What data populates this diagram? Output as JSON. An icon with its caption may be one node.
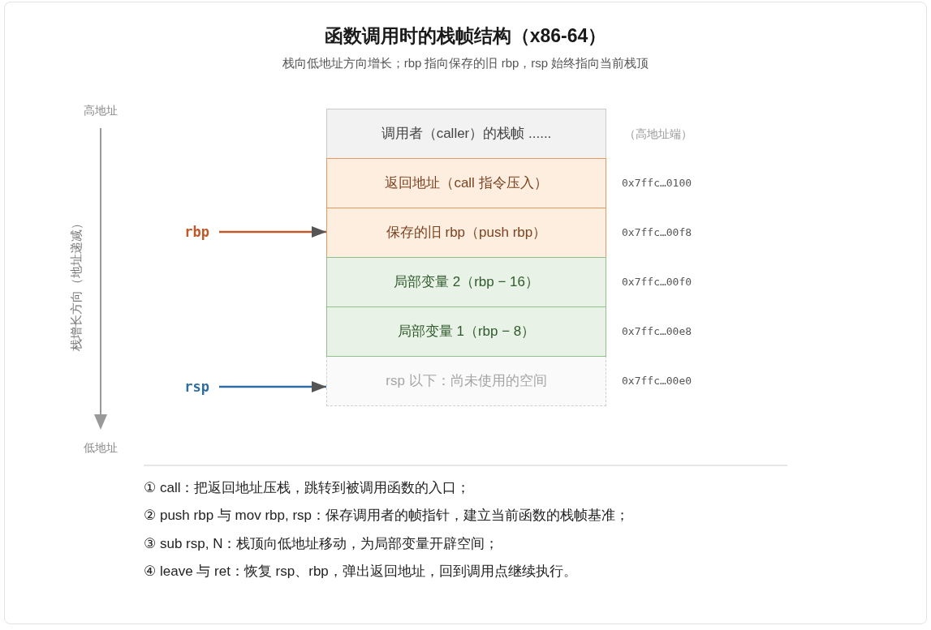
{
  "diagram": {
    "title": "函数调用时的栈帧结构（x86-64）",
    "nodes": [
      {
        "text": [
          "调用者（caller）的栈帧 ......"
        ],
        "beside": [
          "（高地址端）"
        ]
      },
      {
        "text": [
          "返回地址（call 指令压入）"
        ],
        "beside": [
          "0x7ffc…0100"
        ]
      },
      {
        "text": [
          "保存的旧 rbp（push rbp）"
        ],
        "beside": [
          "0x7ffc…00f8"
        ]
      },
      {
        "text": [
          "局部变量 2（rbp − 16）"
        ],
        "beside": [
          "0x7ffc…00f0"
        ]
      },
      {
        "text": [
          "局部变量 1（rbp − 8）"
        ],
        "beside": [
          "0x7ffc…00e8"
        ]
      },
      {
        "text": [
          "rsp 以下：尚未使用的空间"
        ],
        "beside": [
          "0x7ffc…00e0"
        ]
      },
      {
        "text": [
          "rbp"
        ]
      },
      {
        "text": [
          "rsp"
        ]
      }
    ],
    "edges": [
      {
        "from": 6,
        "to": 2,
        "arrow": "to",
        "color": "#c0582a"
      },
      {
        "from": 7,
        "to": 5,
        "arrow": "to",
        "color": "#2e6da4"
      }
    ],
    "labels": [
      "栈向低地址方向增长；rbp 指向保存的旧 rbp，rsp 始终指向当前栈顶",
      "高地址",
      "栈增长方向（地址递减）",
      "低地址",
      "① call：把返回地址压栈，跳转到被调用函数的入口；",
      "② push rbp 与 mov rbp, rsp：保存调用者的帧指针，建立当前函数的栈帧基准；",
      "③ sub rsp, N：栈顶向低地址移动，为局部变量开辟空间；",
      "④ leave 与 ret：恢复 rsp、rbp，弹出返回地址，回到调用点继续执行。"
    ]
  }
}
